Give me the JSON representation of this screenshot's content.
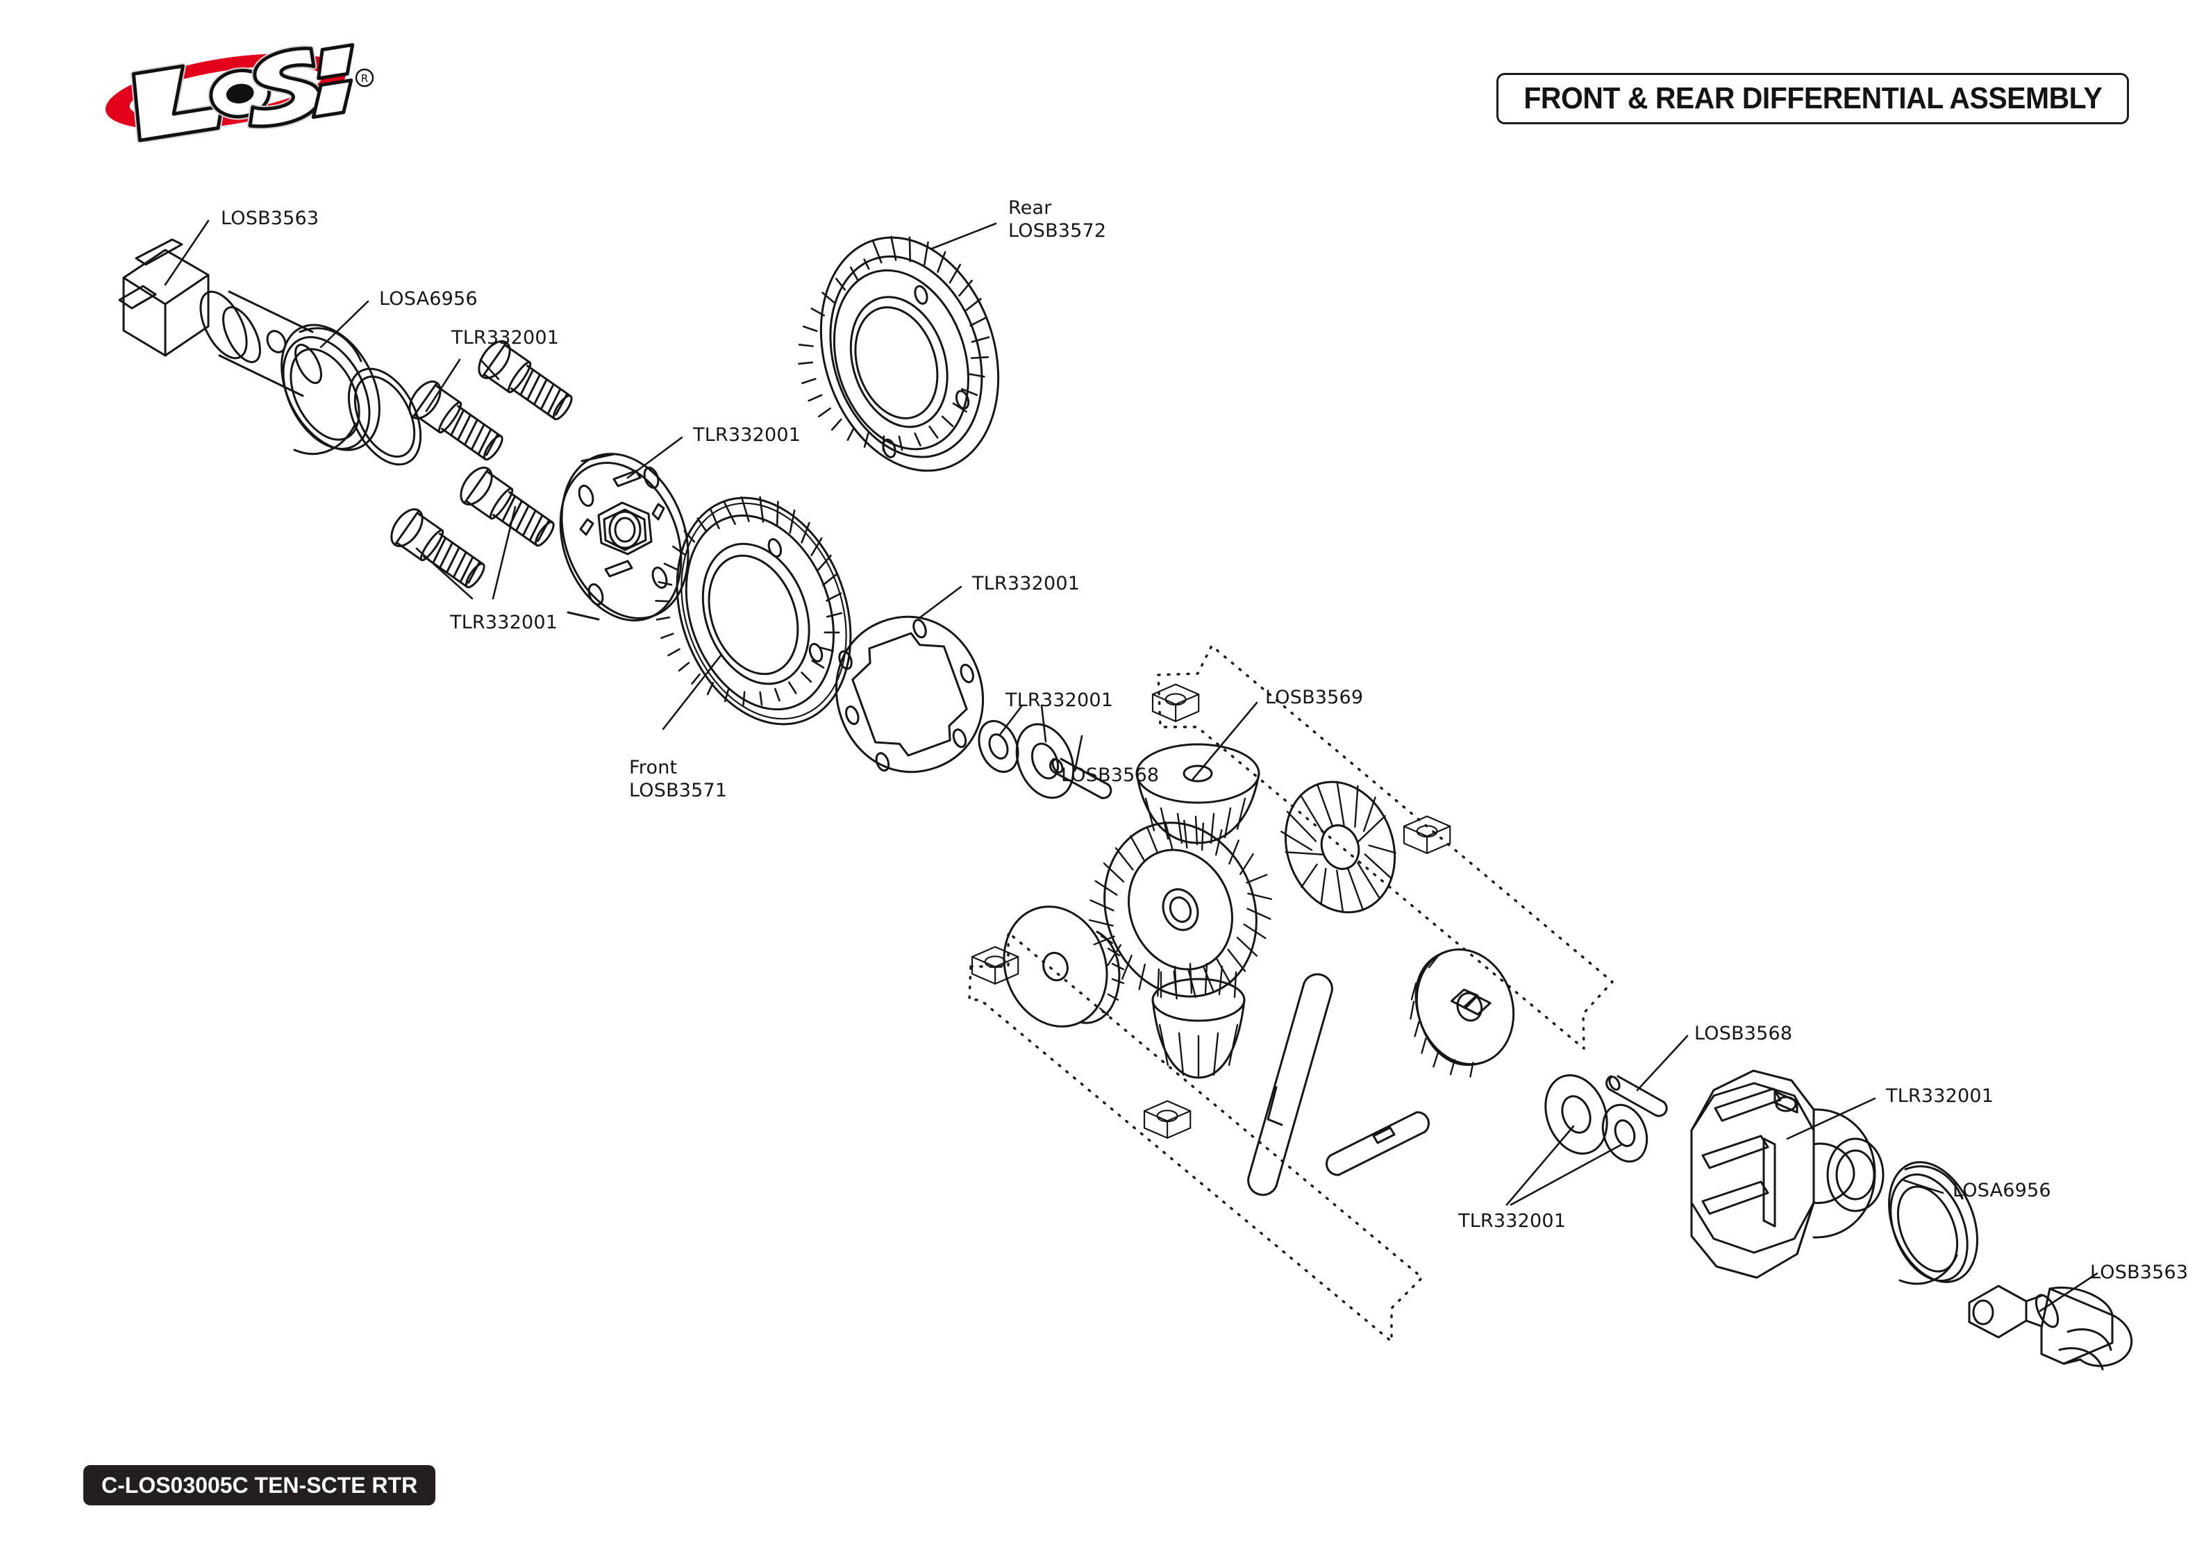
{
  "document": {
    "title": "FRONT & REAR DIFFERENTIAL ASSEMBLY",
    "footer_code": "C-LOS03005C TEN-SCTE RTR",
    "brand": "Losi",
    "brand_trademark": "®"
  },
  "colors": {
    "brand_red": "#E3001B",
    "ink": "#161616",
    "footer_bg": "#231f20",
    "paper": "#ffffff"
  },
  "callouts": [
    {
      "id": "c01",
      "text": "LOSB3563",
      "part": "LOSB3563",
      "note": "drive cup / axle stub (upper left)"
    },
    {
      "id": "c02",
      "text": "LOSA6956",
      "part": "LOSA6956",
      "note": "bearing (upper left)"
    },
    {
      "id": "c03",
      "text": "TLR332001",
      "part": "TLR332001",
      "note": "screws upper pair"
    },
    {
      "id": "c04",
      "text": "TLR332001",
      "part": "TLR332001",
      "note": "screws lower pair"
    },
    {
      "id": "c05",
      "text": "TLR332001",
      "part": "TLR332001",
      "note": "diff cover plate"
    },
    {
      "id": "c06",
      "text": "Rear",
      "part": "LOSB3572",
      "note": "rear ring gear heading"
    },
    {
      "id": "c07",
      "text": "LOSB3572",
      "part": "LOSB3572",
      "note": "rear ring gear"
    },
    {
      "id": "c08",
      "text": "Front",
      "part": "LOSB3571",
      "note": "front ring gear heading"
    },
    {
      "id": "c09",
      "text": "LOSB3571",
      "part": "LOSB3571",
      "note": "front ring gear"
    },
    {
      "id": "c10",
      "text": "TLR332001",
      "part": "TLR332001",
      "note": "diff gasket / shim ring"
    },
    {
      "id": "c11",
      "text": "TLR332001",
      "part": "TLR332001",
      "note": "washer pair, centre"
    },
    {
      "id": "c12",
      "text": "LOSB3568",
      "part": "LOSB3568",
      "note": "cross pin, centre"
    },
    {
      "id": "c13",
      "text": "LOSB3569",
      "part": "LOSB3569",
      "note": "differential gear set"
    },
    {
      "id": "c14",
      "text": "LOSB3568",
      "part": "LOSB3568",
      "note": "cross pin, lower right"
    },
    {
      "id": "c15",
      "text": "TLR332001",
      "part": "TLR332001",
      "note": "washer pair, lower right"
    },
    {
      "id": "c16",
      "text": "TLR332001",
      "part": "TLR332001",
      "note": "differential housing"
    },
    {
      "id": "c17",
      "text": "LOSA6956",
      "part": "LOSA6956",
      "note": "bearing (lower right)"
    },
    {
      "id": "c18",
      "text": "LOSB3563",
      "part": "LOSB3563",
      "note": "drive cup / axle stub (lower right)"
    }
  ],
  "part_numbers": [
    "LOSB3563",
    "LOSA6956",
    "TLR332001",
    "LOSB3572",
    "LOSB3571",
    "LOSB3568",
    "LOSB3569"
  ]
}
